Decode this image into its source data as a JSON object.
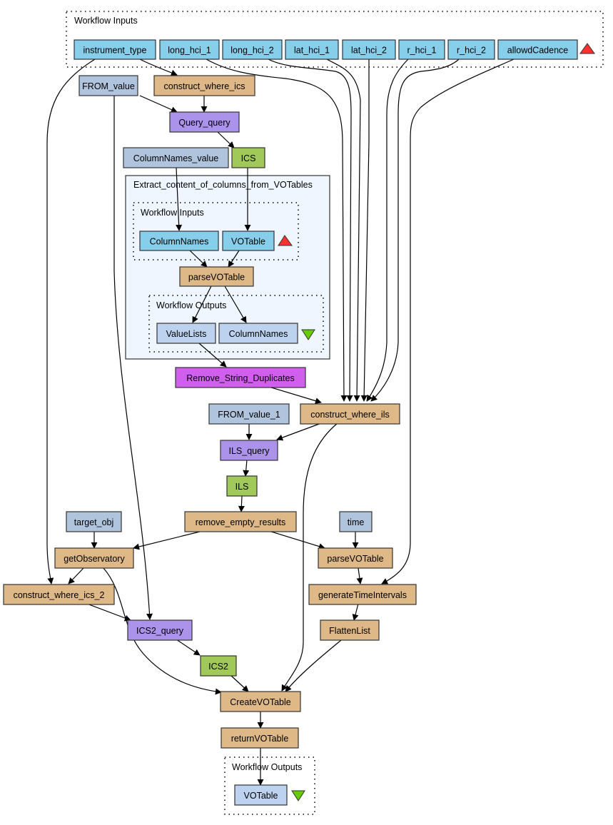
{
  "colors": {
    "input": "#87ceeb",
    "constant": "#b0c4de",
    "beanshell": "#deb887",
    "query": "#ab92ea",
    "output_port": "#a0c95a",
    "dataflow_output": "#bcd2ee",
    "local_worker": "#d15fee",
    "nested_bg": "#eff6ff",
    "triangle_up": "#ff3030",
    "triangle_down": "#66cc00"
  },
  "clusters": {
    "top_inputs": "Workflow Inputs",
    "nested": "Extract_content_of_columns_from_VOTables",
    "nested_inputs": "Workflow Inputs",
    "nested_outputs": "Workflow Outputs",
    "bottom_outputs": "Workflow Outputs"
  },
  "nodes": {
    "instrument_type": "instrument_type",
    "long_hci_1": "long_hci_1",
    "long_hci_2": "long_hci_2",
    "lat_hci_1": "lat_hci_1",
    "lat_hci_2": "lat_hci_2",
    "r_hci_1": "r_hci_1",
    "r_hci_2": "r_hci_2",
    "allowdCadence": "allowdCadence",
    "FROM_value": "FROM_value",
    "construct_where_ics": "construct_where_ics",
    "Query_query": "Query_query",
    "ColumnNames_value": "ColumnNames_value",
    "ICS": "ICS",
    "in_ColumnNames": "ColumnNames",
    "in_VOTable": "VOTable",
    "parseVOTable_nested": "parseVOTable",
    "out_ValueLists": "ValueLists",
    "out_ColumnNames": "ColumnNames",
    "Remove_String_Duplicates": "Remove_String_Duplicates",
    "FROM_value_1": "FROM_value_1",
    "construct_where_ils": "construct_where_ils",
    "ILS_query": "ILS_query",
    "ILS": "ILS",
    "remove_empty_results": "remove_empty_results",
    "target_obj": "target_obj",
    "time": "time",
    "getObservatory": "getObservatory",
    "parseVOTable": "parseVOTable",
    "construct_where_ics_2": "construct_where_ics_2",
    "generateTimeIntervals": "generateTimeIntervals",
    "ICS2_query": "ICS2_query",
    "FlattenList": "FlattenList",
    "ICS2": "ICS2",
    "CreateVOTable": "CreateVOTable",
    "returnVOTable": "returnVOTable",
    "out_VOTable": "VOTable"
  }
}
